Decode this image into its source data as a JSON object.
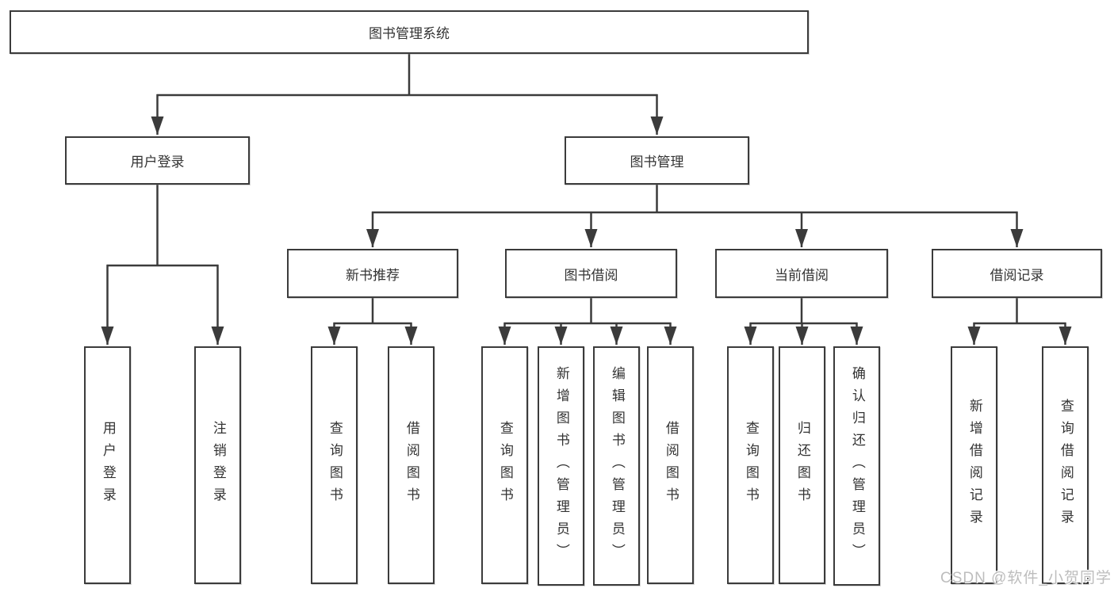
{
  "diagram_title": "图书管理系统",
  "tree": {
    "root": {
      "label": "图书管理系统"
    },
    "branches": [
      {
        "label": "用户登录",
        "children": [
          {
            "label": "用户登录"
          },
          {
            "label": "注销登录"
          }
        ]
      },
      {
        "label": "图书管理",
        "children": [
          {
            "label": "新书推荐",
            "children": [
              {
                "label": "查询图书"
              },
              {
                "label": "借阅图书"
              }
            ]
          },
          {
            "label": "图书借阅",
            "children": [
              {
                "label": "查询图书"
              },
              {
                "label": "新增图书（管理员）"
              },
              {
                "label": "编辑图书（管理员）"
              },
              {
                "label": "借阅图书"
              }
            ]
          },
          {
            "label": "当前借阅",
            "children": [
              {
                "label": "查询图书"
              },
              {
                "label": "归还图书"
              },
              {
                "label": "确认归还（管理员）"
              }
            ]
          },
          {
            "label": "借阅记录",
            "children": [
              {
                "label": "新增借阅记录"
              },
              {
                "label": "查询借阅记录"
              }
            ]
          }
        ]
      }
    ]
  },
  "watermark": "CSDN @软件_小贺同学",
  "colors": {
    "line": "#3b3b3b",
    "box_border": "#3b3b3b",
    "text": "#333333",
    "watermark": "#bdbdbd",
    "background": "#ffffff"
  }
}
